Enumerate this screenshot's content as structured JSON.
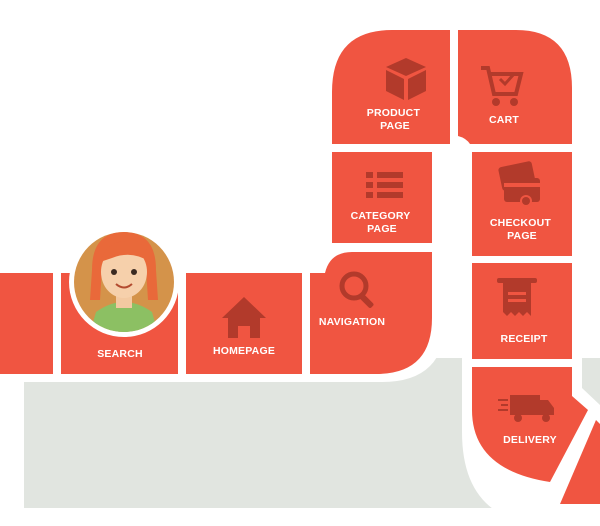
{
  "colors": {
    "tile": "#f05541",
    "icon": "#b23a2b",
    "ground": "#e1e5e0",
    "border": "#ffffff"
  },
  "steps": [
    {
      "id": "search",
      "label_lines": [
        "SEARCH"
      ],
      "icon": "user-avatar"
    },
    {
      "id": "homepage",
      "label_lines": [
        "HOMEPAGE"
      ],
      "icon": "house-icon"
    },
    {
      "id": "navigation",
      "label_lines": [
        "NAVIGATION"
      ],
      "icon": "magnifier-icon"
    },
    {
      "id": "category-page",
      "label_lines": [
        "CATEGORY",
        "PAGE"
      ],
      "icon": "list-icon"
    },
    {
      "id": "product-page",
      "label_lines": [
        "PRODUCT",
        "PAGE"
      ],
      "icon": "box-icon"
    },
    {
      "id": "cart",
      "label_lines": [
        "CART"
      ],
      "icon": "cart-icon"
    },
    {
      "id": "checkout-page",
      "label_lines": [
        "CHECKOUT",
        "PAGE"
      ],
      "icon": "credit-card-icon"
    },
    {
      "id": "receipt",
      "label_lines": [
        "RECEIPT"
      ],
      "icon": "receipt-icon"
    },
    {
      "id": "delivery",
      "label_lines": [
        "DELIVERY"
      ],
      "icon": "truck-icon"
    }
  ]
}
